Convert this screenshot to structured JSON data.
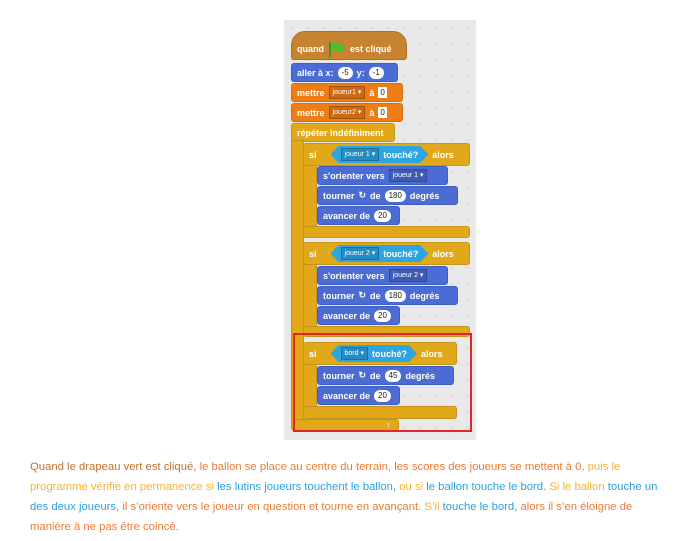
{
  "script": {
    "hat": {
      "when": "quand",
      "after": "est cliqué",
      "icon": "green-flag-icon"
    },
    "goto": {
      "label": "aller à x:",
      "x": "-5",
      "y_label": "y:",
      "y": "-1"
    },
    "set1": {
      "label": "mettre",
      "var": "joueur1",
      "to": "à",
      "value": "0"
    },
    "set2": {
      "label": "mettre",
      "var": "joueur2",
      "to": "à",
      "value": "0"
    },
    "forever": {
      "label": "répéter indéfiniment"
    },
    "if1": {
      "if": "si",
      "target": "joueur 1",
      "touching": "touché?",
      "then": "alors",
      "point": "s'orienter vers",
      "point_target": "joueur 1",
      "turn": "tourner",
      "of": "de",
      "deg": "180",
      "degrees": "degrés",
      "move": "avancer de",
      "steps": "20"
    },
    "if2": {
      "if": "si",
      "target": "joueur 2",
      "touching": "touché?",
      "then": "alors",
      "point": "s'orienter vers",
      "point_target": "joueur 2",
      "turn": "tourner",
      "of": "de",
      "deg": "180",
      "degrees": "degrés",
      "move": "avancer de",
      "steps": "20"
    },
    "if3": {
      "if": "si",
      "target": "bord",
      "touching": "touché?",
      "then": "alors",
      "turn": "tourner",
      "of": "de",
      "deg": "45",
      "degrees": "degrés",
      "move": "avancer de",
      "steps": "20"
    }
  },
  "description": [
    {
      "text": "Quand le drapeau vert est cliqué, ",
      "color": "#c0722a"
    },
    {
      "text": "le ballon se place au centre du terrain, les scores des joueurs se mettent à 0, ",
      "color": "#f07a30"
    },
    {
      "text": "puis le programme vérifie en permanence si ",
      "color": "#f5b333"
    },
    {
      "text": "les lutins joueurs touchent le ballon,",
      "color": "#2aa0e0"
    },
    {
      "text": " ou si ",
      "color": "#f5b333"
    },
    {
      "text": "le ballon touche le bord.",
      "color": "#2aa0e0"
    },
    {
      "text": " Si le ballon ",
      "color": "#f5b333"
    },
    {
      "text": "touche un des deux joueurs,",
      "color": "#2aa0e0"
    },
    {
      "text": " il s’oriente vers le joueur en question et tourne en avançant.",
      "color": "#f07a30"
    },
    {
      "text": " S’il ",
      "color": "#f5b333"
    },
    {
      "text": "touche le bord,",
      "color": "#2aa0e0"
    },
    {
      "text": " alors il s’en éloigne de manière à ne pas être coincé.",
      "color": "#f07a30"
    }
  ]
}
